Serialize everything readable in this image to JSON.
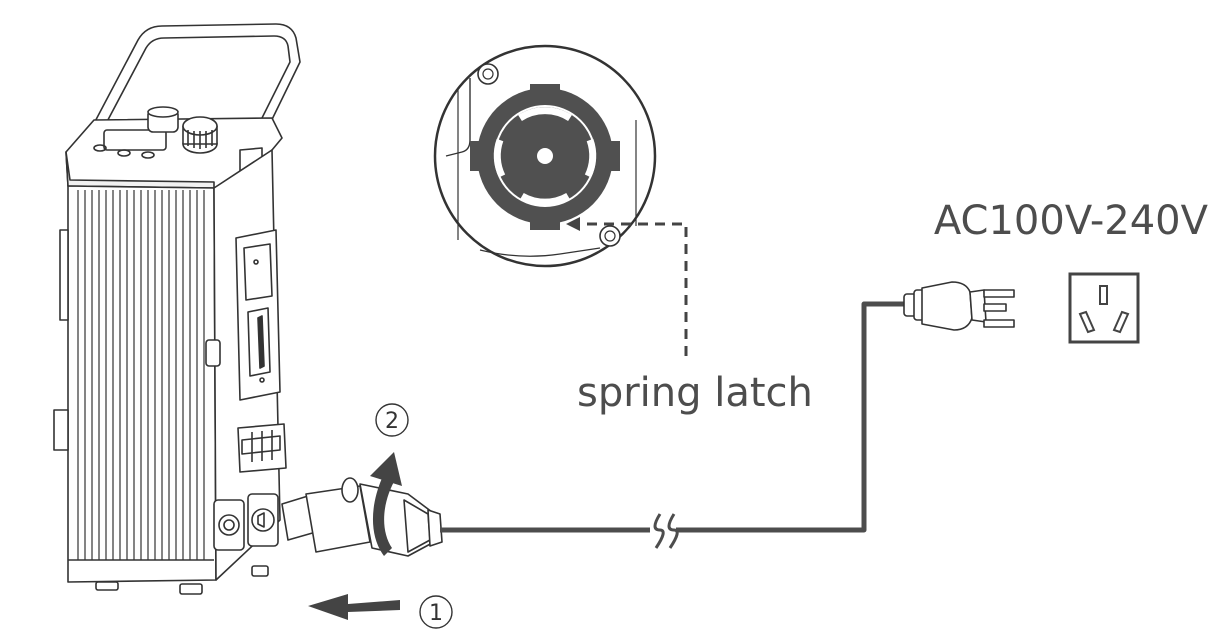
{
  "labels": {
    "spring_latch": "spring latch",
    "voltage": "AC100V-240V",
    "step_1": "1",
    "step_2": "2"
  },
  "icons": {
    "device": "portable-power-unit-icon",
    "connector": "twist-lock-power-connector-icon",
    "socket_detail": "locking-socket-detail-icon",
    "plug": "mains-plug-icon",
    "outlet": "wall-outlet-icon",
    "push_arrow": "push-arrow-icon",
    "twist_arrow": "twist-arrow-icon"
  },
  "colors": {
    "line": "#333333",
    "cable": "#4d4d4d",
    "socket_fill": "#505050",
    "text": "#4d4d4d",
    "arrow": "#444444"
  }
}
